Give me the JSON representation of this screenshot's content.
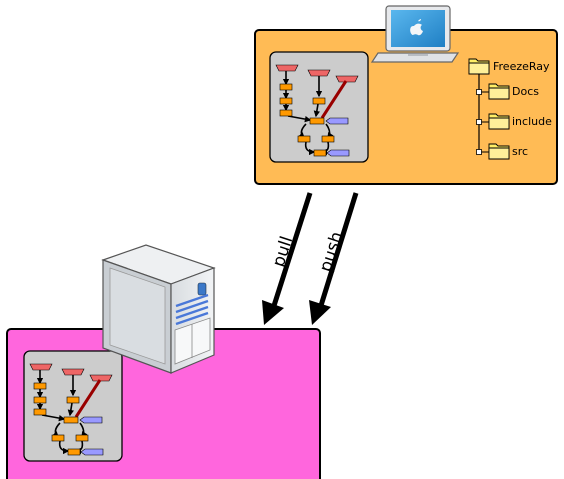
{
  "folder_tree": {
    "root": "FreezeRay",
    "children": [
      "Docs",
      "include",
      "src"
    ]
  },
  "arrows": {
    "pull": "pull",
    "push": "push"
  },
  "colors": {
    "working_copy_panel": "#FFBB55",
    "repository_panel": "#FF66DD",
    "history_panel": "#CCCCCC",
    "commit_node": "#FF9900",
    "branch_tag": "#EE6666",
    "label_tag": "#9999FF",
    "history_edge": "#990000"
  },
  "icons": [
    "laptop-icon",
    "server-tower-icon",
    "folder-icon",
    "history-graph-icon"
  ]
}
